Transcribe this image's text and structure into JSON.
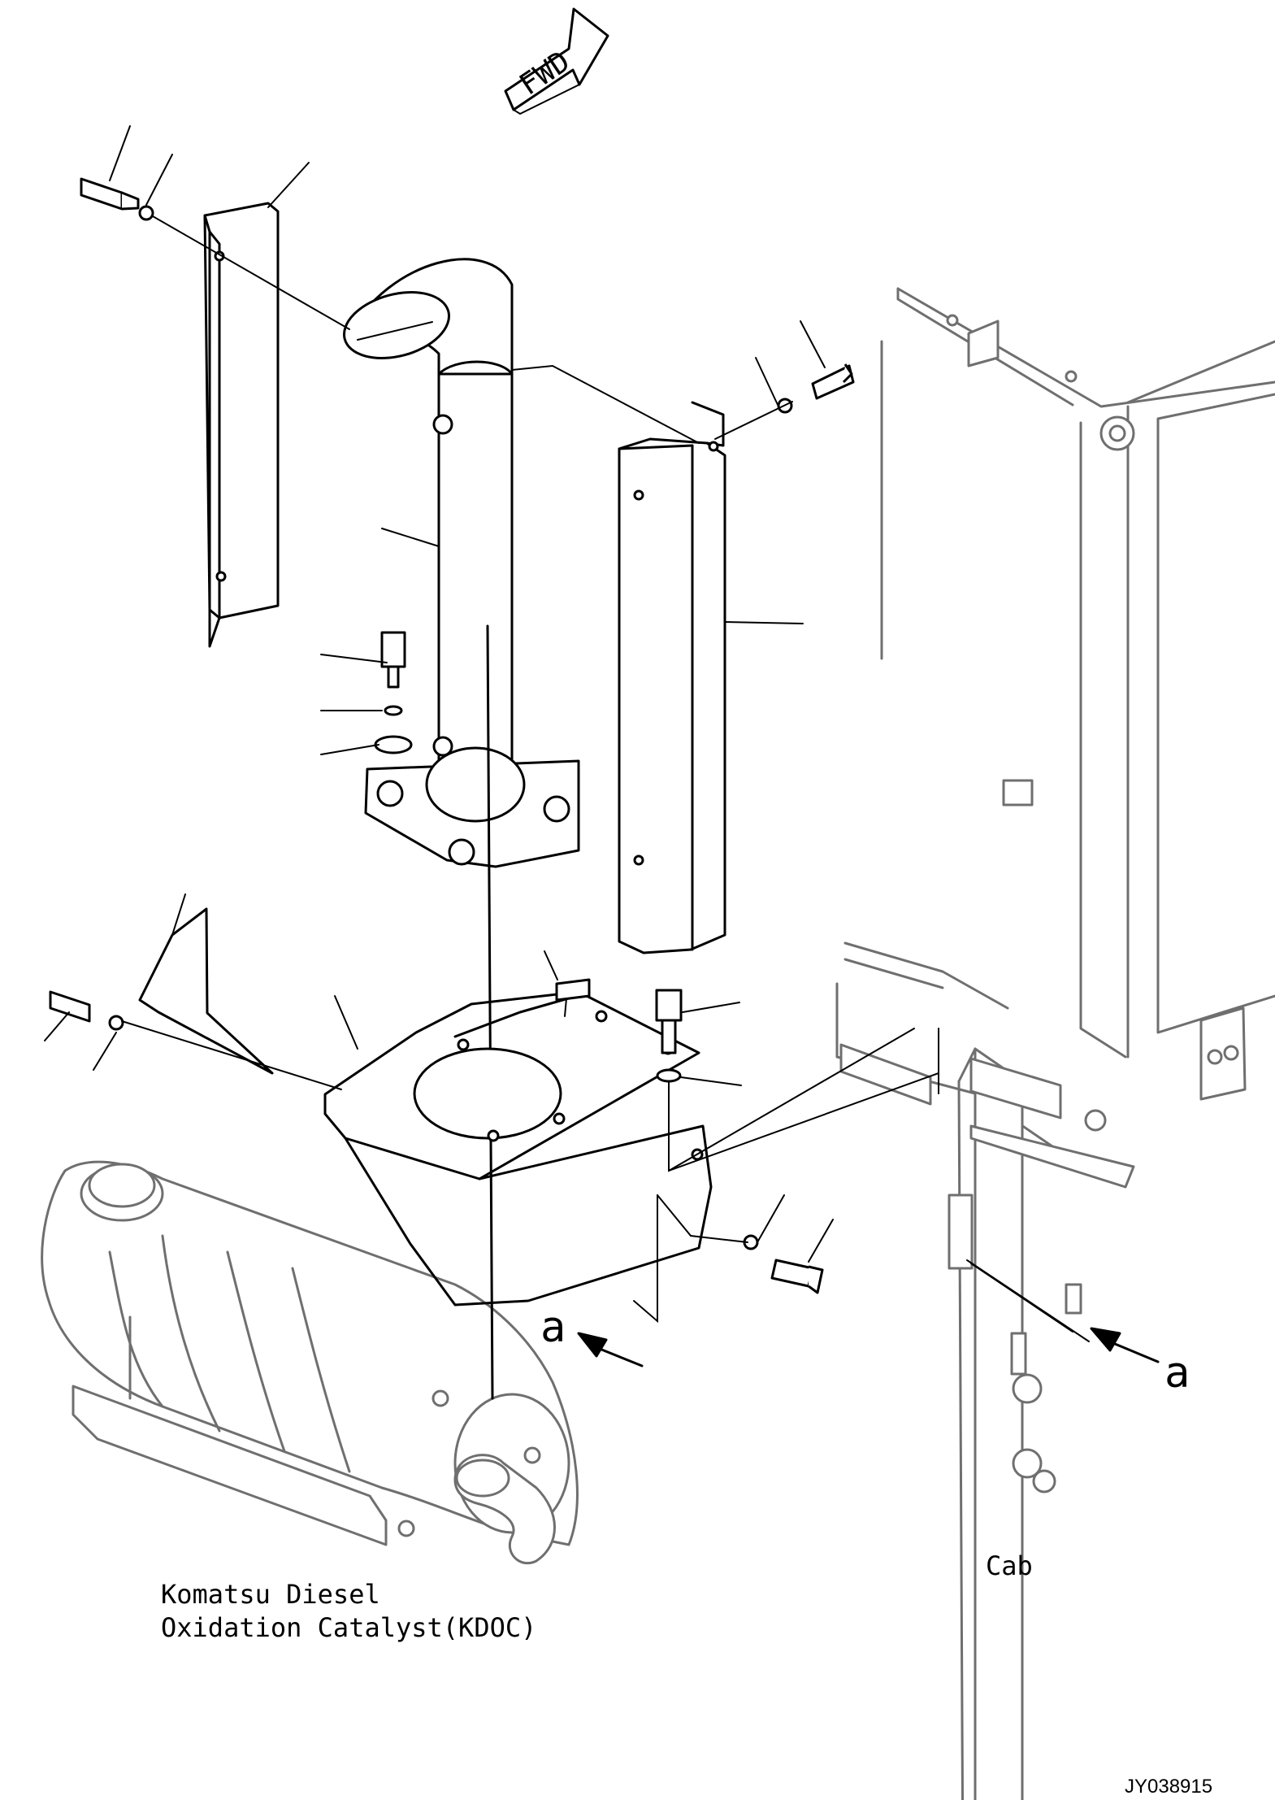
{
  "direction_marker": "FWD",
  "view_marker_left": "a",
  "view_marker_right": "a",
  "cab_label": "Cab",
  "kdoc_label_line1": "Komatsu Diesel",
  "kdoc_label_line2": "Oxidation Catalyst(KDOC)",
  "drawing_number": "JY038915"
}
